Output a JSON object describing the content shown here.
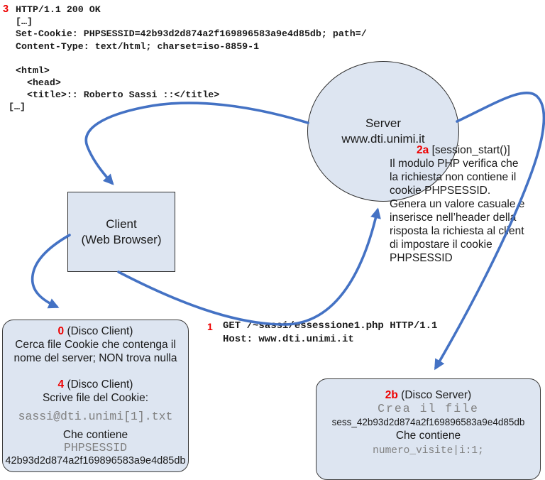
{
  "colors": {
    "arrow": "#4472c4",
    "shape_fill": "#dde5f1",
    "step_red": "#ee0000",
    "mono_gray": "#808080"
  },
  "http_response": {
    "step": "3",
    "lines": [
      "HTTP/1.1 200 OK",
      "[…]",
      "Set-Cookie: PHPSESSID=42b93d2d874a2f169896583a9e4d85db; path=/",
      "Content-Type: text/html; charset=iso-8859-1",
      "",
      "<html>",
      "  <head>",
      "  <title>:: Roberto Sassi ::</title>",
      "[…]"
    ]
  },
  "server": {
    "line1": "Server",
    "line2": "www.dti.unimi.it"
  },
  "client": {
    "line1": "Client",
    "line2": "(Web Browser)"
  },
  "step2a": {
    "step": "2a",
    "title": "[session_start()]",
    "body_lines": [
      "Il modulo PHP verifica che",
      "la richiesta non contiene il",
      "cookie PHPSESSID.",
      "Genera un valore casuale e",
      "inserisce nell’header della",
      "risposta la richiesta al client",
      "di impostare il cookie",
      "PHPSESSID"
    ]
  },
  "request": {
    "step": "1",
    "lines": [
      "GET /~sassi/essessione1.php HTTP/1.1",
      "Host: www.dti.unimi.it"
    ]
  },
  "disco_client": {
    "step0": "0",
    "step0_suffix": " (Disco Client)",
    "search_line1": "Cerca file Cookie che contenga il",
    "search_line2": "nome del server; NON trova nulla",
    "step4": "4",
    "step4_suffix": " (Disco Client)",
    "write_line": "Scrive file del Cookie:",
    "filename": "sassi@dti.unimi[1].txt",
    "contains_label": "Che contiene",
    "content_key": "PHPSESSID",
    "content_value": "42b93d2d874a2f169896583a9e4d85db"
  },
  "disco_server": {
    "step": "2b",
    "step_suffix": " (Disco Server)",
    "create_line": "Crea il file",
    "filename": "sess_42b93d2d874a2f169896583a9e4d85db",
    "contains_label": "Che contiene",
    "content": "numero_visite|i:1;"
  }
}
